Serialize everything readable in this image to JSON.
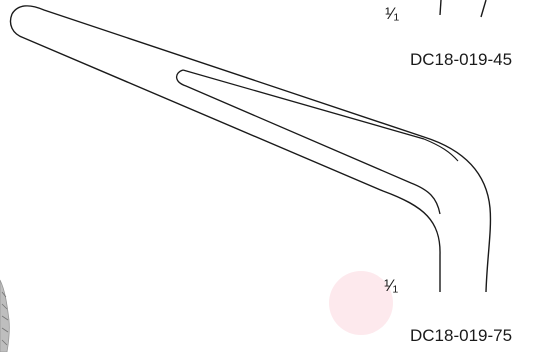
{
  "figure": {
    "scale_top": "¹⁄₁",
    "code_top": "DC18-019-45",
    "scale_bottom": "¹⁄₁",
    "code_bottom": "DC18-019-75"
  },
  "colors": {
    "stroke": "#1a1a1a",
    "marker": "#fde8ec",
    "texture": "#8a8a8a"
  }
}
